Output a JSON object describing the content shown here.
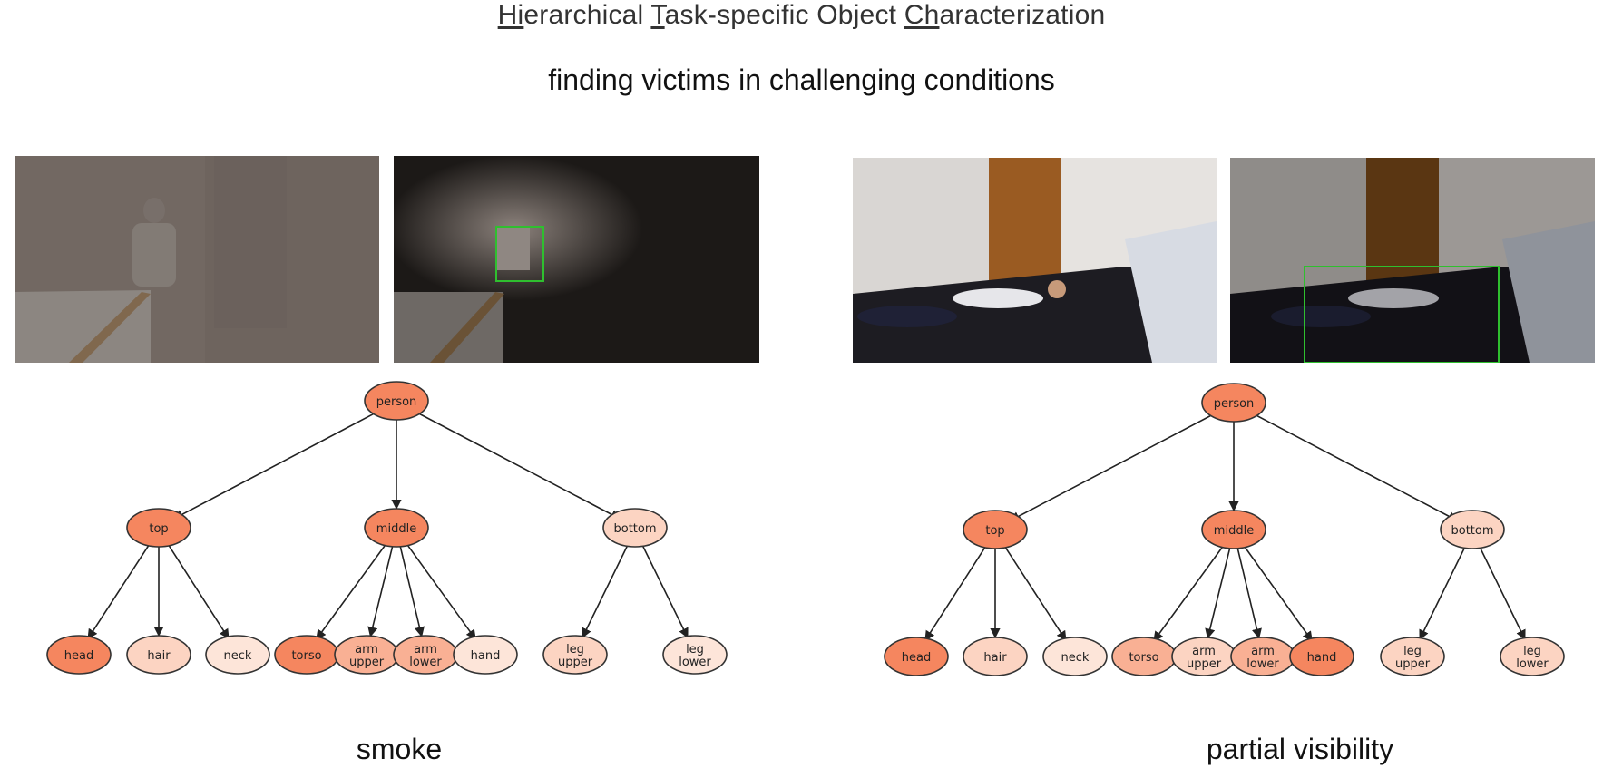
{
  "title": {
    "parts": [
      {
        "text": "Hi",
        "underline": true
      },
      {
        "text": "erarchical ",
        "underline": false
      },
      {
        "text": "T",
        "underline": true
      },
      {
        "text": "ask-specific Object ",
        "underline": false
      },
      {
        "text": "Ch",
        "underline": true
      },
      {
        "text": "aracterization",
        "underline": false
      }
    ]
  },
  "subtitle": "finding victims in challenging conditions",
  "colors": {
    "highlight_box": "#2fbf2f",
    "edge": "#222222",
    "intensity": {
      "strong": "#f5865f",
      "medium": "#f9b094",
      "light": "#fcd4c2",
      "faint": "#fde5d9"
    }
  },
  "panels": [
    {
      "id": "smoke",
      "caption": "smoke",
      "scene": "smoke",
      "tree": {
        "root": {
          "label": "person",
          "level": "strong"
        },
        "groups": [
          {
            "label": "top",
            "level": "strong",
            "children": [
              {
                "label": "head",
                "level": "strong"
              },
              {
                "label": "hair",
                "level": "light"
              },
              {
                "label": "neck",
                "level": "faint"
              }
            ]
          },
          {
            "label": "middle",
            "level": "strong",
            "children": [
              {
                "label": "torso",
                "level": "strong"
              },
              {
                "label": "arm\nupper",
                "level": "medium"
              },
              {
                "label": "arm\nlower",
                "level": "medium"
              },
              {
                "label": "hand",
                "level": "faint"
              }
            ]
          },
          {
            "label": "bottom",
            "level": "light",
            "children": [
              {
                "label": "leg\nupper",
                "level": "light"
              },
              {
                "label": "leg\nlower",
                "level": "faint"
              }
            ]
          }
        ]
      }
    },
    {
      "id": "partial",
      "caption": "partial visibility",
      "scene": "partial",
      "tree": {
        "root": {
          "label": "person",
          "level": "strong"
        },
        "groups": [
          {
            "label": "top",
            "level": "strong",
            "children": [
              {
                "label": "head",
                "level": "strong"
              },
              {
                "label": "hair",
                "level": "light"
              },
              {
                "label": "neck",
                "level": "faint"
              }
            ]
          },
          {
            "label": "middle",
            "level": "strong",
            "children": [
              {
                "label": "torso",
                "level": "medium"
              },
              {
                "label": "arm\nupper",
                "level": "light"
              },
              {
                "label": "arm\nlower",
                "level": "medium"
              },
              {
                "label": "hand",
                "level": "strong"
              }
            ]
          },
          {
            "label": "bottom",
            "level": "light",
            "children": [
              {
                "label": "leg\nupper",
                "level": "light"
              },
              {
                "label": "leg\nlower",
                "level": "light"
              }
            ]
          }
        ]
      }
    }
  ]
}
